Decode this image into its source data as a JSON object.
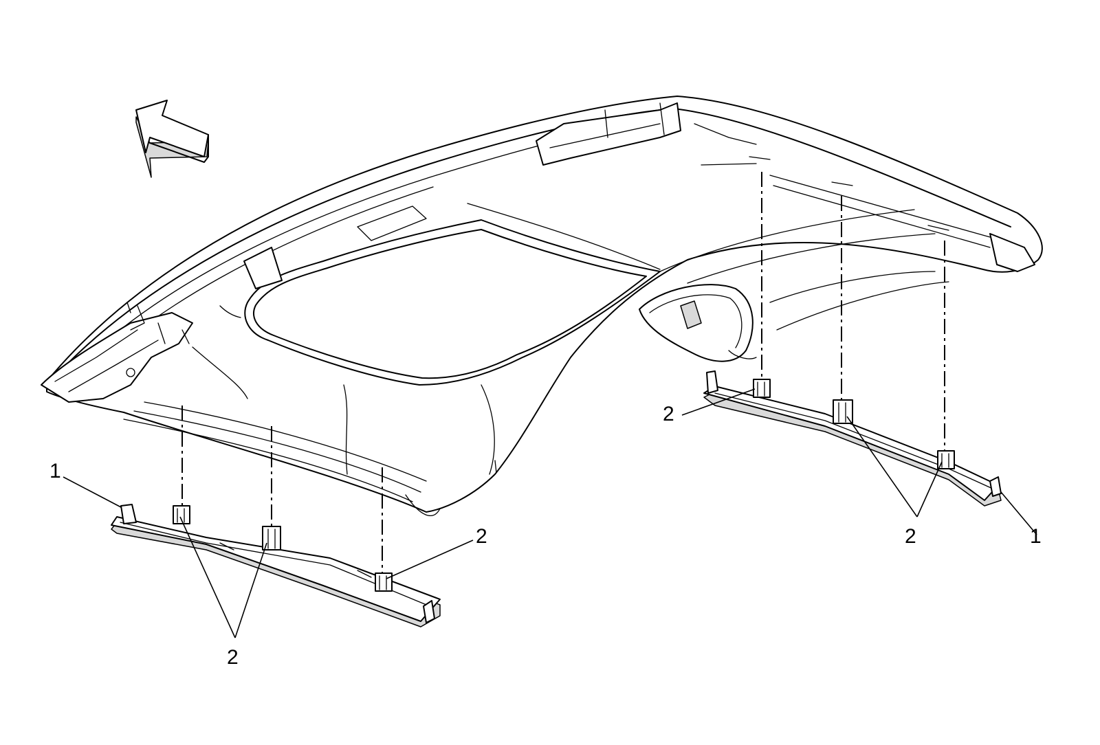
{
  "callouts": {
    "left_rail_1": "1",
    "left_clips_group": "2",
    "left_clip_single": "2",
    "right_clip_single": "2",
    "right_clips_group": "2",
    "right_rail_1": "1"
  },
  "colors": {
    "line": "#000000",
    "panel": "#ffffff",
    "shade": "#d9d9d9"
  }
}
